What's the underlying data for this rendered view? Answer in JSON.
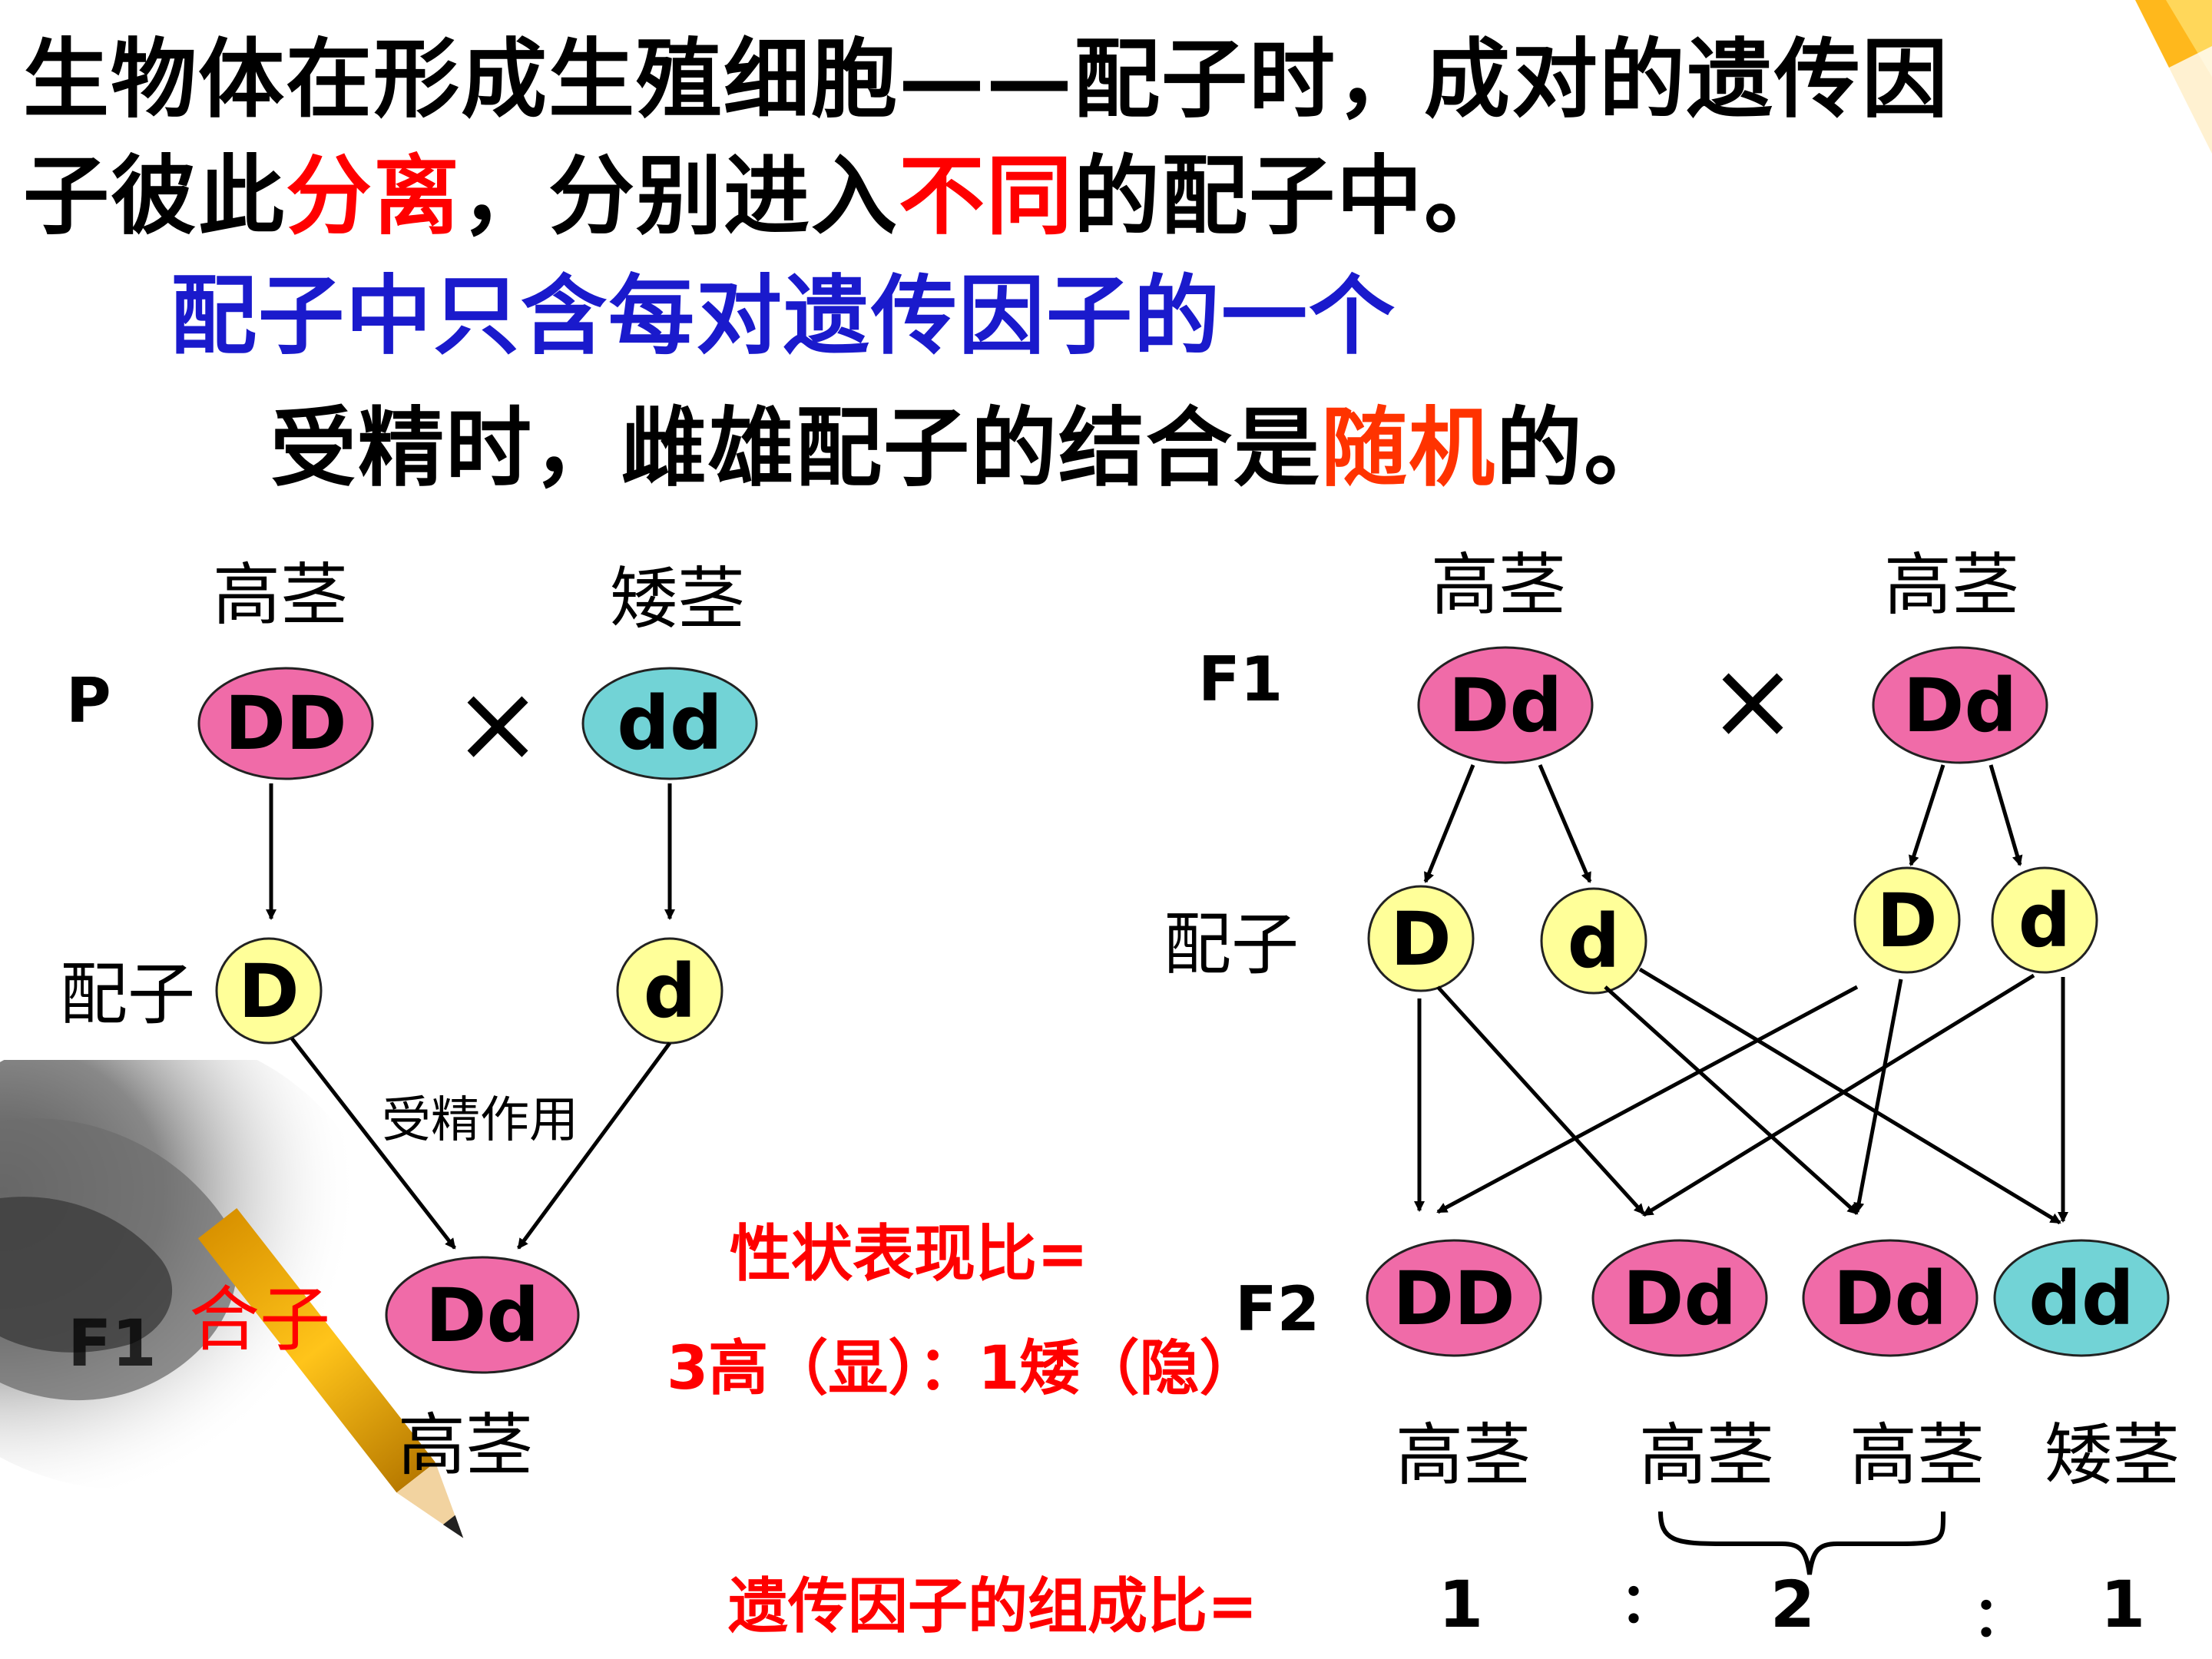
{
  "text": {
    "line1": "生物体在形成生殖细胞——配子时，成对的遗传因",
    "line2_a": "子彼此",
    "line2_b": "分离",
    "line2_c": "，分别进入",
    "line2_d": "不同",
    "line2_e": "的配子中。",
    "line3": "配子中只含每对遗传因子的一个",
    "line4_a": "受精时，雌雄配子的结合是",
    "line4_b": "随机",
    "line4_c": "的。"
  },
  "left_cross": {
    "p_label": "P",
    "tall_label": "高茎",
    "short_label": "矮茎",
    "parent1": "DD",
    "parent2": "dd",
    "cross_symbol": "×",
    "gamete_label": "配子",
    "gamete1": "D",
    "gamete2": "d",
    "fertilization_label": "受精作用",
    "f1_label": "F1",
    "zygote_label": "合子",
    "offspring": "Dd",
    "offspring_phenotype": "高茎"
  },
  "right_cross": {
    "f1_label": "F1",
    "tall_label_1": "高茎",
    "tall_label_2": "高茎",
    "parent1": "Dd",
    "parent2": "Dd",
    "cross_symbol": "×",
    "gamete_label": "配子",
    "gametes": [
      "D",
      "d",
      "D",
      "d"
    ],
    "f2_label": "F2",
    "offspring": [
      "DD",
      "Dd",
      "Dd",
      "dd"
    ],
    "phenotypes": [
      "高茎",
      "高茎",
      "高茎",
      "矮茎"
    ]
  },
  "ratios": {
    "phenotype_title": "性状表现比=",
    "phenotype_ratio": "3高（显）：1矮（隐）",
    "genotype_title": "遗传因子的组成比=",
    "genotype_values": [
      "1",
      "2",
      "1"
    ],
    "separator": "："
  },
  "colors": {
    "dominant_fill": "#f06ba8",
    "recessive_fill": "#72d3d6",
    "gamete_fill": "#ffff99",
    "highlight_red": "#ff0000",
    "highlight_orange": "#ff3300",
    "title_blue": "#1a1acc"
  }
}
